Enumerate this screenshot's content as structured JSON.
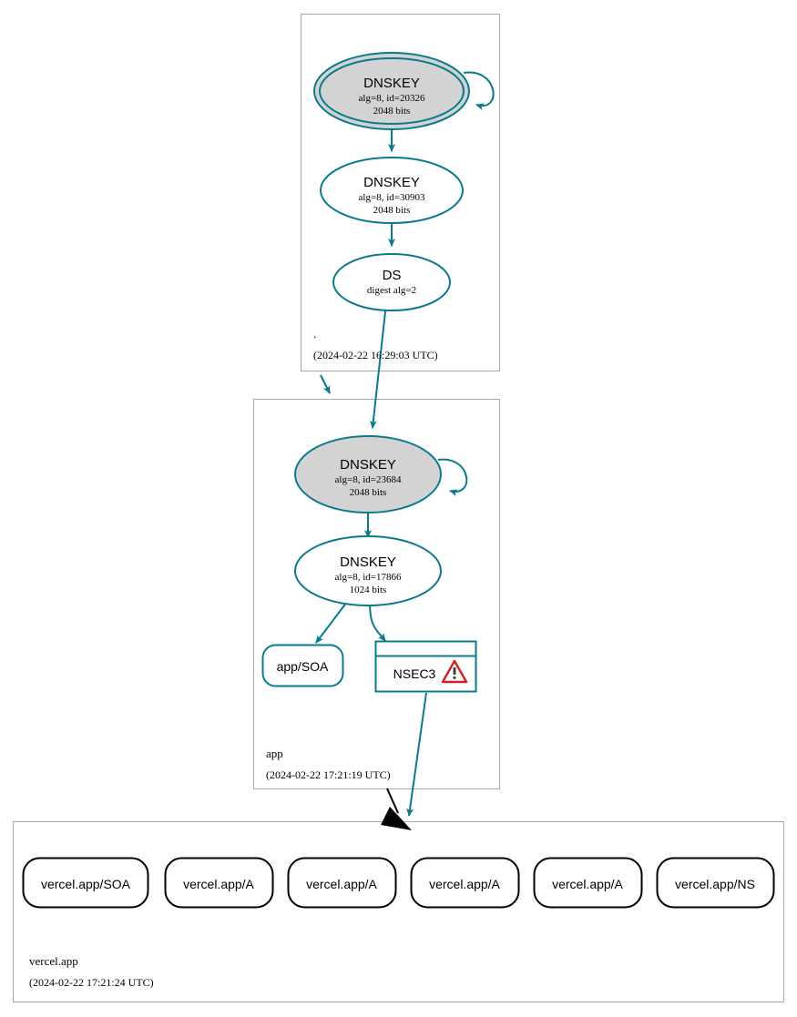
{
  "diagram": {
    "type": "dnssec-authentication-chain",
    "colors": {
      "secure": "#0a7b8c",
      "insecure": "#000000",
      "ksk_fill": "#d3d3d3",
      "zsk_fill": "#ffffff",
      "zone_border": "#a8a8a8",
      "warning": "#cc2222"
    }
  },
  "zones": [
    {
      "id": "root",
      "name": ".",
      "timestamp": "(2024-02-22 16:29:03 UTC)",
      "nodes": [
        {
          "id": "root-ksk",
          "kind": "dnskey-ksk",
          "title": "DNSKEY",
          "line2": "alg=8, id=20326",
          "line3": "2048 bits",
          "self_signed": true,
          "double_outline": true
        },
        {
          "id": "root-zsk",
          "kind": "dnskey-zsk",
          "title": "DNSKEY",
          "line2": "alg=8, id=30903",
          "line3": "2048 bits",
          "self_signed": false,
          "double_outline": false
        },
        {
          "id": "root-ds",
          "kind": "ds",
          "title": "DS",
          "line2": "digest alg=2",
          "line3": "",
          "self_signed": false,
          "double_outline": false
        }
      ]
    },
    {
      "id": "app",
      "name": "app",
      "timestamp": "(2024-02-22 17:21:19 UTC)",
      "nodes": [
        {
          "id": "app-ksk",
          "kind": "dnskey-ksk",
          "title": "DNSKEY",
          "line2": "alg=8, id=23684",
          "line3": "2048 bits",
          "self_signed": true,
          "double_outline": false
        },
        {
          "id": "app-zsk",
          "kind": "dnskey-zsk",
          "title": "DNSKEY",
          "line2": "alg=8, id=17866",
          "line3": "1024 bits",
          "self_signed": false,
          "double_outline": false
        }
      ],
      "rrsets": [
        {
          "id": "app-soa",
          "label": "app/SOA",
          "style": "secure-pill"
        },
        {
          "id": "app-nsec3",
          "label": "NSEC3",
          "style": "secure-box",
          "warning": true,
          "warning_icon": "warning-triangle-icon"
        }
      ]
    },
    {
      "id": "vercel-app",
      "name": "vercel.app",
      "timestamp": "(2024-02-22 17:21:24 UTC)",
      "nodes": [],
      "rrsets": [
        {
          "id": "vercel-soa",
          "label": "vercel.app/SOA",
          "style": "insecure-pill"
        },
        {
          "id": "vercel-a-1",
          "label": "vercel.app/A",
          "style": "insecure-pill"
        },
        {
          "id": "vercel-a-2",
          "label": "vercel.app/A",
          "style": "insecure-pill"
        },
        {
          "id": "vercel-a-3",
          "label": "vercel.app/A",
          "style": "insecure-pill"
        },
        {
          "id": "vercel-a-4",
          "label": "vercel.app/A",
          "style": "insecure-pill"
        },
        {
          "id": "vercel-ns",
          "label": "vercel.app/NS",
          "style": "insecure-pill"
        }
      ]
    }
  ],
  "edges": [
    {
      "from": "root-ksk",
      "to": "root-ksk",
      "style": "secure",
      "kind": "self-signature"
    },
    {
      "from": "root-ksk",
      "to": "root-zsk",
      "style": "secure",
      "kind": "signature"
    },
    {
      "from": "root-zsk",
      "to": "root-ds",
      "style": "secure",
      "kind": "signature"
    },
    {
      "from": "root-ds",
      "to": "app-ksk",
      "style": "secure",
      "kind": "delegation"
    },
    {
      "from": "app-ksk",
      "to": "app-ksk",
      "style": "secure",
      "kind": "self-signature"
    },
    {
      "from": "app-ksk",
      "to": "app-zsk",
      "style": "secure",
      "kind": "signature"
    },
    {
      "from": "app-zsk",
      "to": "app-soa",
      "style": "secure",
      "kind": "signature"
    },
    {
      "from": "app-zsk",
      "to": "app-nsec3",
      "style": "secure",
      "kind": "signature"
    },
    {
      "from": "app-nsec3",
      "to": "vercel-app",
      "style": "secure",
      "kind": "proof-of-nonexistence"
    },
    {
      "from": "app",
      "to": "vercel-app",
      "style": "insecure",
      "kind": "insecure-delegation"
    }
  ]
}
